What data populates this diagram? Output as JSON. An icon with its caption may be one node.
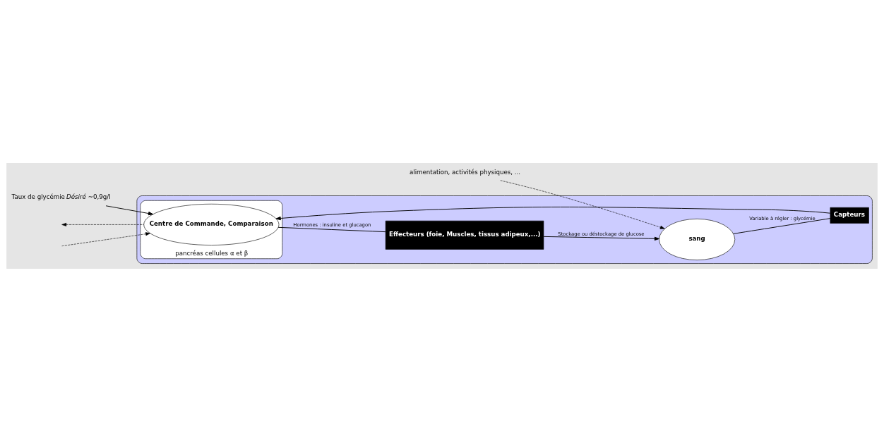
{
  "diagram": {
    "nodes": [
      {
        "text": [],
        "shape": "ellipse"
      },
      {
        "text": [
          "pancréas cellules α et β"
        ],
        "in": 0
      },
      {
        "text": [
          "Centre de Commande, Comparaison"
        ],
        "in": 1
      },
      {
        "text": [
          "Effecteurs (foie, Muscles, tissus adipeux,...)"
        ],
        "in": 0
      },
      {
        "text": [
          "sang"
        ],
        "in": 0
      },
      {
        "text": [
          "Capteurs"
        ],
        "in": 0
      },
      {
        "text": [
          "Taux de glycémie *Désiré* ~0,9g/l"
        ]
      },
      {
        "text": [
          "alimentation, activités physiques, ..."
        ]
      }
    ],
    "edges": [
      {
        "from": 6,
        "to": 2,
        "arrow": "to"
      },
      {
        "from": null,
        "to": 2,
        "arrow": "to",
        "style": "dashed"
      },
      {
        "from": 2,
        "to": null,
        "arrow": "to",
        "style": "dashed"
      },
      {
        "from": 2,
        "to": 3,
        "arrow": "none",
        "label": "Hormones : insuline et glucagon"
      },
      {
        "from": 3,
        "to": 4,
        "arrow": "to",
        "label": "Stockage ou déstockage de glucose"
      },
      {
        "from": 4,
        "to": 5,
        "arrow": "none",
        "label": "Variable à régler : glycémie"
      },
      {
        "from": 5,
        "to": 2,
        "arrow": "to"
      },
      {
        "from": 7,
        "to": 4,
        "arrow": "to",
        "style": "dashed"
      }
    ]
  }
}
